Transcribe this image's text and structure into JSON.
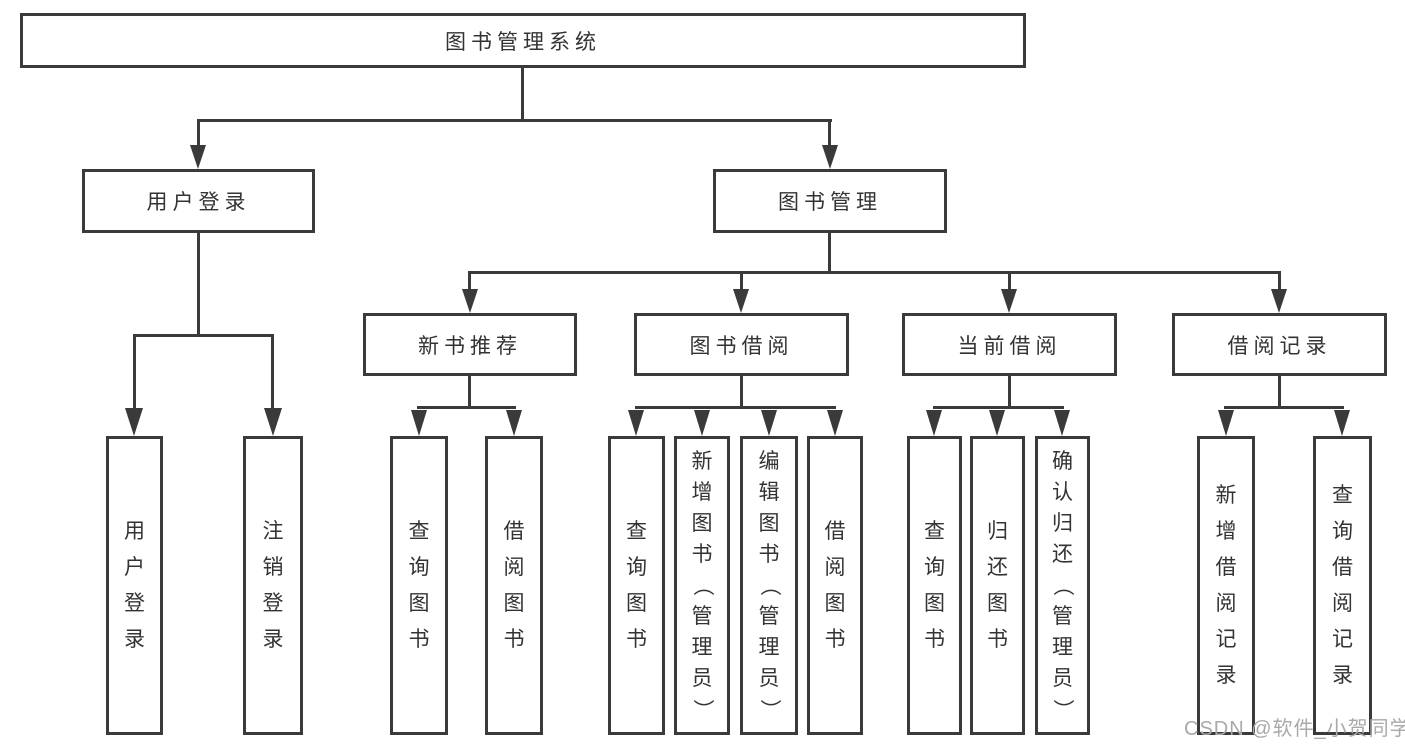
{
  "diagram": {
    "root": {
      "label": "图书管理系统"
    },
    "branches": [
      {
        "label": "用户登录",
        "children": [
          {
            "label": "用户登录"
          },
          {
            "label": "注销登录"
          }
        ]
      },
      {
        "label": "图书管理",
        "children": [
          {
            "label": "新书推荐",
            "children": [
              {
                "label": "查询图书"
              },
              {
                "label": "借阅图书"
              }
            ]
          },
          {
            "label": "图书借阅",
            "children": [
              {
                "label": "查询图书"
              },
              {
                "label": "新增图书（管理员）"
              },
              {
                "label": "编辑图书（管理员）"
              },
              {
                "label": "借阅图书"
              }
            ]
          },
          {
            "label": "当前借阅",
            "children": [
              {
                "label": "查询图书"
              },
              {
                "label": "归还图书"
              },
              {
                "label": "确认归还（管理员）"
              }
            ]
          },
          {
            "label": "借阅记录",
            "children": [
              {
                "label": "新增借阅记录"
              },
              {
                "label": "查询借阅记录"
              }
            ]
          }
        ]
      }
    ],
    "watermark": "CSDN @软件_小贺同学",
    "colors": {
      "line": "#3a3a3a",
      "text": "#333333",
      "background": "#ffffff",
      "watermark": "#a9a9a9"
    }
  }
}
